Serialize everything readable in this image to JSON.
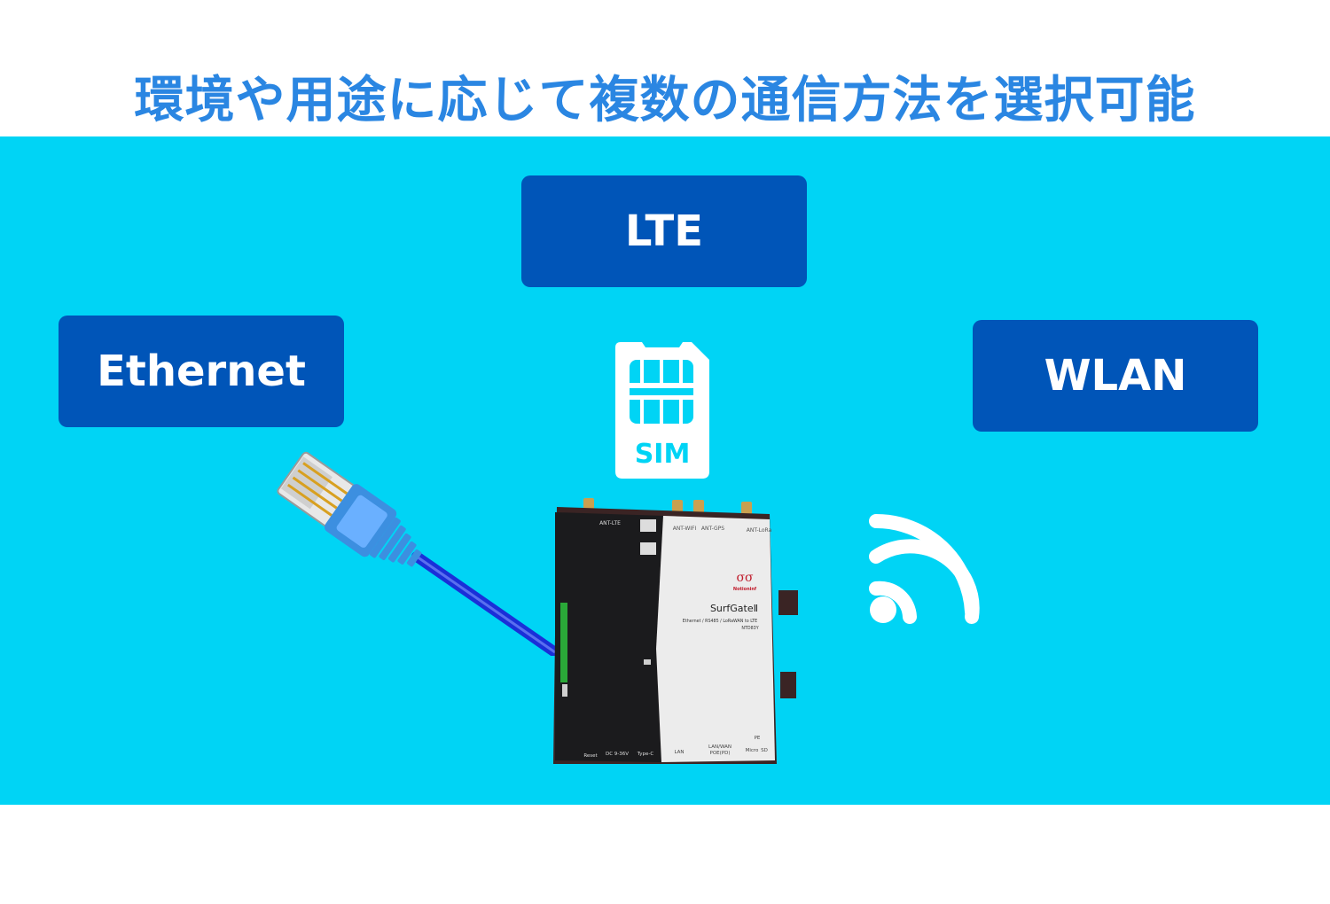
{
  "title": "環境や用途に応じて複数の通信方法を選択可能",
  "colors": {
    "title": "#2a86e2",
    "panel": "#00d4f5",
    "box": "#0055b8",
    "white": "#ffffff",
    "cable": "#1a2fd8",
    "connector": "#3c8fe0"
  },
  "methods": {
    "lte": "LTE",
    "ethernet": "Ethernet",
    "wlan": "WLAN"
  },
  "sim": {
    "label": "SIM"
  },
  "device": {
    "name": "SurfGateⅡ",
    "subtitle": "Ethernet / RS485 / LoRaWAN to LTE",
    "model": "NTD83Y",
    "brand": "Notioninf",
    "ports_top": [
      "ANT-LTE",
      "ANT-WIFI",
      "ANT-GPS",
      "ANT-LoRa"
    ],
    "ports_bottom": [
      "Reset",
      "DC 9-36V",
      "Type-C",
      "LAN",
      "LAN/WAN",
      "POE(PD)",
      "Micro",
      "SD",
      "PE"
    ]
  },
  "icons": {
    "sim": "sim-card-icon",
    "wifi": "wifi-icon",
    "cable": "ethernet-cable-icon",
    "device": "gateway-device-icon"
  }
}
